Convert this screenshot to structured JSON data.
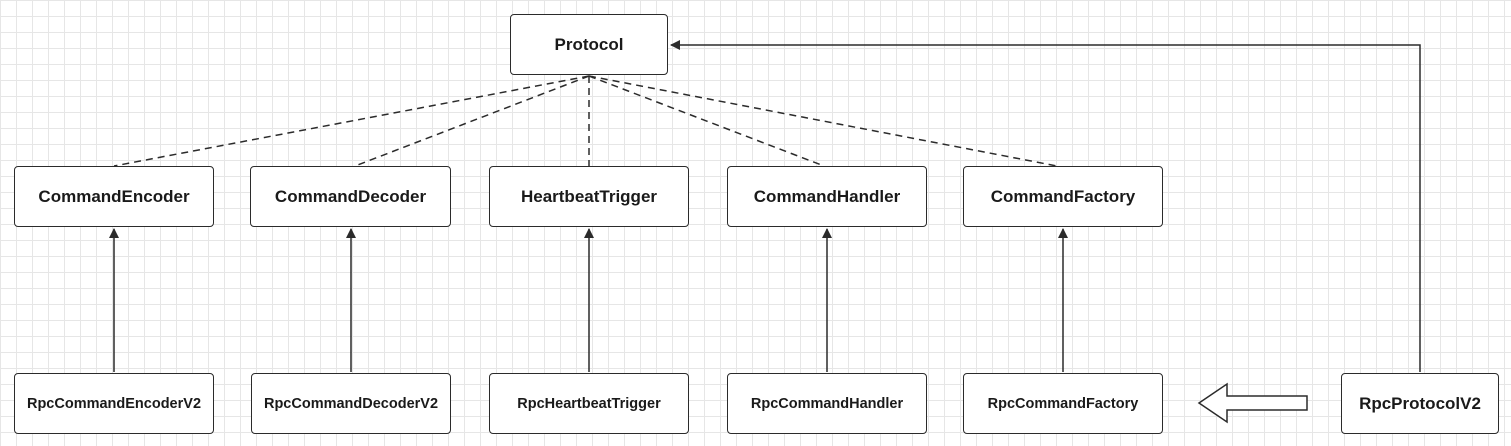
{
  "diagram": {
    "interface": {
      "label": "Protocol"
    },
    "components": [
      {
        "label": "CommandEncoder"
      },
      {
        "label": "CommandDecoder"
      },
      {
        "label": "HeartbeatTrigger"
      },
      {
        "label": "CommandHandler"
      },
      {
        "label": "CommandFactory"
      }
    ],
    "implementations": [
      {
        "label": "RpcCommandEncoderV2"
      },
      {
        "label": "RpcCommandDecoderV2"
      },
      {
        "label": "RpcHeartbeatTrigger"
      },
      {
        "label": "RpcCommandHandler"
      },
      {
        "label": "RpcCommandFactory"
      }
    ],
    "main_implementation": {
      "label": "RpcProtocolV2"
    }
  },
  "colors": {
    "stroke": "#2b2b2b",
    "grid": "#e6e6e6",
    "box_fill": "#ffffff"
  }
}
